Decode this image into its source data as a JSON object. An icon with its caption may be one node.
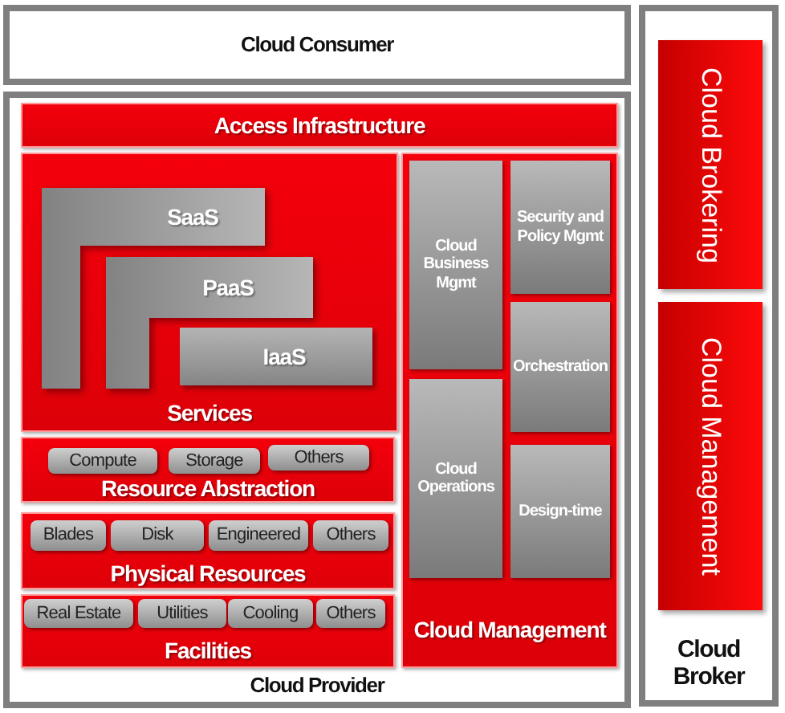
{
  "diagram": {
    "nodes": [
      {
        "text": [
          "Cloud Consumer"
        ]
      },
      {
        "text": [
          "Cloud Provider"
        ]
      },
      {
        "text": [
          "Access Infrastructure"
        ],
        "in": 1
      },
      {
        "text": [
          "Services"
        ],
        "in": 1
      },
      {
        "text": [
          "SaaS"
        ],
        "in": 3
      },
      {
        "text": [
          "PaaS"
        ],
        "in": 3
      },
      {
        "text": [
          "IaaS"
        ],
        "in": 3
      },
      {
        "text": [
          "Resource Abstraction"
        ],
        "in": 1
      },
      {
        "text": [
          "Compute"
        ],
        "in": 7
      },
      {
        "text": [
          "Storage"
        ],
        "in": 7
      },
      {
        "text": [
          "Others"
        ],
        "in": 7
      },
      {
        "text": [
          "Physical Resources"
        ],
        "in": 1
      },
      {
        "text": [
          "Blades"
        ],
        "in": 11
      },
      {
        "text": [
          "Disk"
        ],
        "in": 11
      },
      {
        "text": [
          "Engineered"
        ],
        "in": 11
      },
      {
        "text": [
          "Others"
        ],
        "in": 11
      },
      {
        "text": [
          "Facilities"
        ],
        "in": 1
      },
      {
        "text": [
          "Real Estate"
        ],
        "in": 16
      },
      {
        "text": [
          "Utilities"
        ],
        "in": 16
      },
      {
        "text": [
          "Cooling"
        ],
        "in": 16
      },
      {
        "text": [
          "Others"
        ],
        "in": 16
      },
      {
        "text": [
          "Cloud Management"
        ],
        "in": 1
      },
      {
        "text": [
          "Cloud Business Mgmt"
        ],
        "in": 21
      },
      {
        "text": [
          "Security and Policy Mgmt"
        ],
        "in": 21
      },
      {
        "text": [
          "Orchestration"
        ],
        "in": 21
      },
      {
        "text": [
          "Cloud Operations"
        ],
        "in": 21
      },
      {
        "text": [
          "Design-time"
        ],
        "in": 21
      },
      {
        "text": [
          "Cloud Broker"
        ]
      },
      {
        "text": [
          "Cloud Brokering"
        ],
        "in": 27
      },
      {
        "text": [
          "Cloud Management"
        ],
        "in": 27
      }
    ]
  }
}
